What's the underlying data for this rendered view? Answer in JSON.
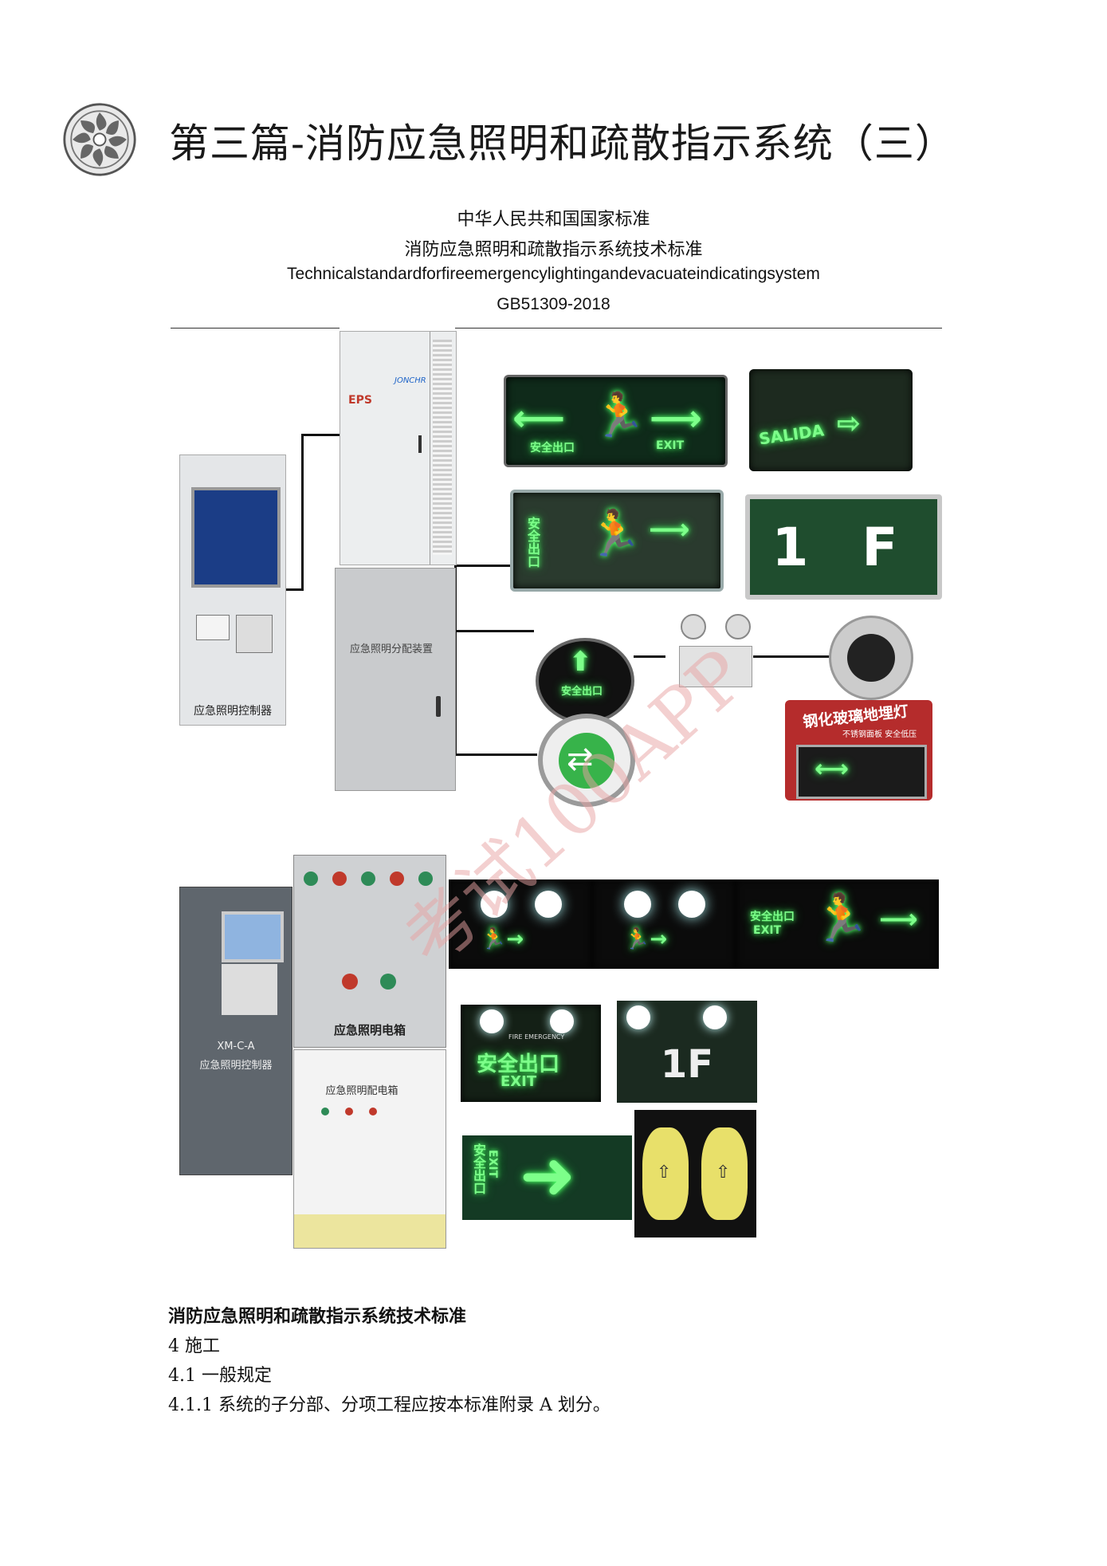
{
  "header": {
    "title": "第三篇-消防应急照明和疏散指示系统（三）"
  },
  "standard": {
    "country_line": "中华人民共和国国家标准",
    "name_cn": "消防应急照明和疏散指示系统技术标准",
    "name_en": "Technicalstandardforfireemergencylightingandevacuateindicatingsystem",
    "code": "GB51309-2018"
  },
  "figure": {
    "controller_label": "应急照明控制器",
    "eps_label": "EPS",
    "eps_brand": "JONCHR",
    "distribution_label": "应急照明分配装置",
    "sign_exit_cn": "安全出口",
    "sign_exit_en": "EXIT",
    "sign_salida": "SALIDA",
    "sign_floor": "1 F",
    "sign_floor_2": "1F",
    "ground_lamp_title": "钢化玻璃地埋灯",
    "ground_lamp_sub": "不锈钢面板 安全低压",
    "controller2_model": "XM-C-A",
    "controller2_label": "应急照明控制器",
    "box1_label": "应急照明电箱",
    "box2_label": "应急照明配电箱",
    "fire_emergency": "FIRE EMERGENCY",
    "watermark": "考试100APP"
  },
  "body": {
    "section_title": "消防应急照明和疏散指示系统技术标准",
    "p1": "4 施工",
    "p2": "4.1 一般规定",
    "p3": "4.1.1 系统的子分部、分项工程应按本标准附录 A 划分。"
  },
  "colors": {
    "sign_green": "#7dff8a",
    "sign_bg": "#0f2a1a",
    "panel_grey": "#c9cbcd",
    "watermark": "#e8a3a3"
  }
}
